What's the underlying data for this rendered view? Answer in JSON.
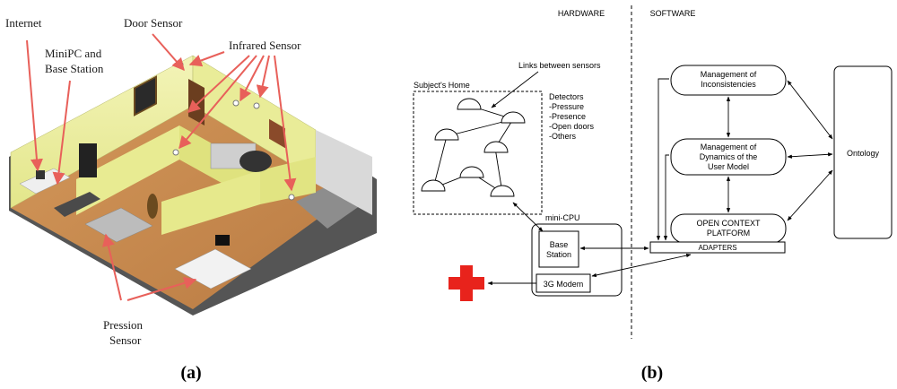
{
  "panel_a": {
    "labels": {
      "internet": "Internet",
      "door_sensor": "Door Sensor",
      "infrared_sensor": "Infrared Sensor",
      "minipc_line1": "MiniPC and",
      "minipc_line2": "Base Station",
      "pression_line1": "Pression",
      "pression_line2": "Sensor"
    },
    "caption": "(a)"
  },
  "panel_b": {
    "hardware": "HARDWARE",
    "software": "SOFTWARE",
    "subjects_home": "Subject's Home",
    "links_between_sensors": "Links between sensors",
    "detectors": [
      "Detectors",
      "-Pressure",
      "-Presence",
      "-Open doors",
      "-Others"
    ],
    "mini_cpu": "mini-CPU",
    "base_station": [
      "Base",
      "Station"
    ],
    "modem": "3G Modem",
    "management_inconsistencies": [
      "Management of",
      "Inconsistencies"
    ],
    "management_dynamics": [
      "Management of",
      "Dynamics of the",
      "User Model"
    ],
    "open_context": [
      "OPEN CONTEXT",
      "PLATFORM"
    ],
    "adapters": "ADAPTERS",
    "ontology": "Ontology",
    "caption": "(b)"
  },
  "colors": {
    "red_arrow": "#e8605a",
    "red_cross": "#e8231c",
    "wall_yellow": "#eef0a0",
    "floor_wood": "#c98d52"
  }
}
